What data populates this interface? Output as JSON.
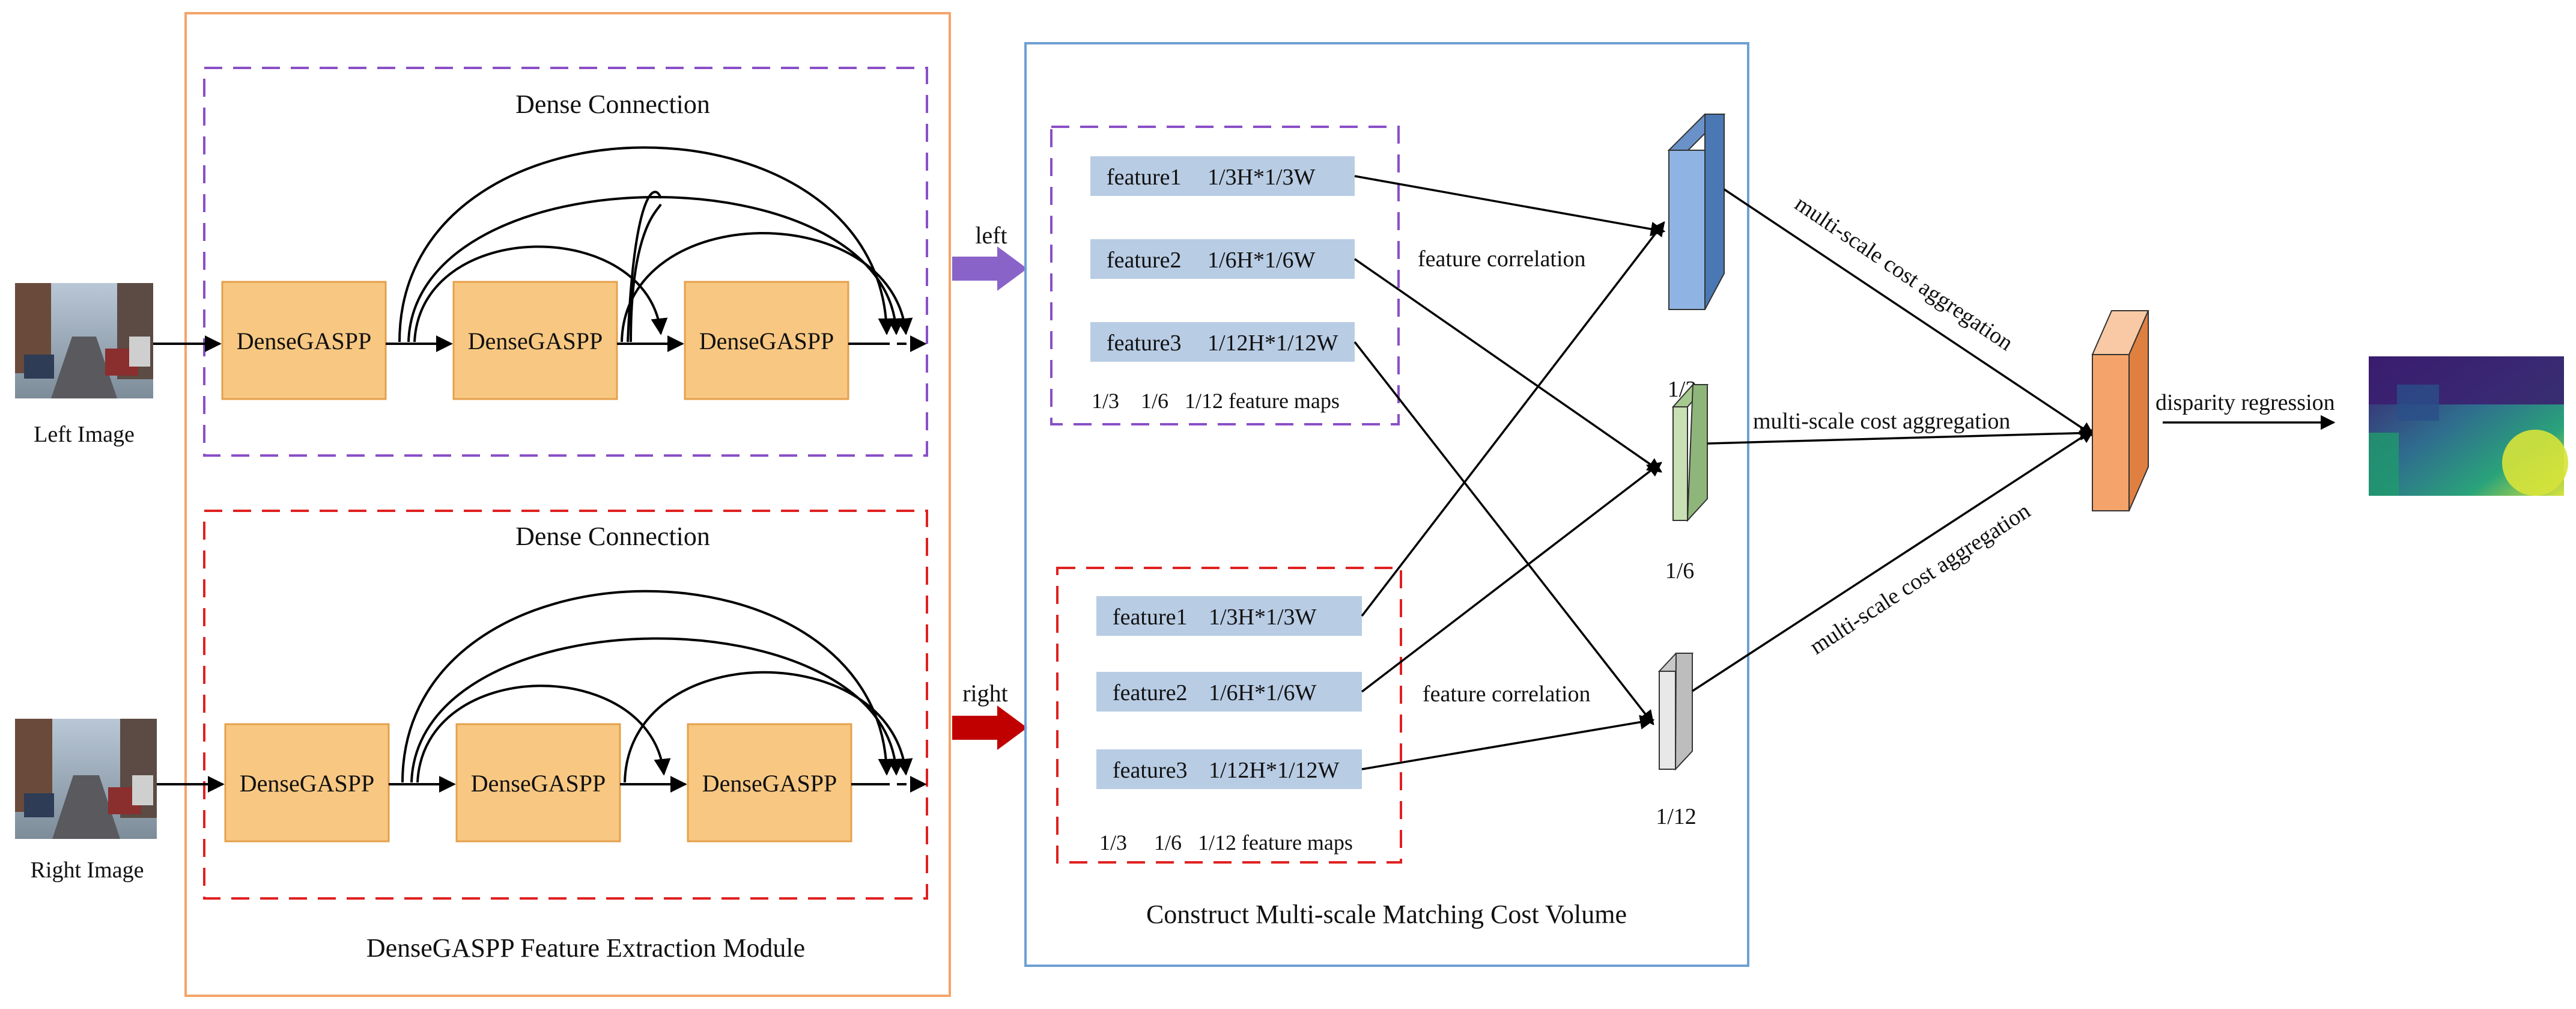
{
  "inputs": {
    "left_caption": "Left Image",
    "right_caption": "Right  Image"
  },
  "extraction": {
    "module_title": "DenseGASPP Feature Extraction Module",
    "top": {
      "title": "Dense Connection",
      "blocks": [
        "DenseGASPP",
        "DenseGASPP",
        "DenseGASPP"
      ]
    },
    "bottom": {
      "title": "Dense Connection",
      "blocks": [
        "DenseGASPP",
        "DenseGASPP",
        "DenseGASPP"
      ]
    }
  },
  "arrows": {
    "left_label": "left",
    "right_label": "right"
  },
  "cost_volume": {
    "title": "Construct Multi-scale Matching Cost Volume",
    "left_features": [
      {
        "name": "feature1",
        "size": "1/3H*1/3W"
      },
      {
        "name": "feature2",
        "size": "1/6H*1/6W"
      },
      {
        "name": "feature3",
        "size": "1/12H*1/12W"
      }
    ],
    "right_features": [
      {
        "name": "feature1",
        "size": "1/3H*1/3W"
      },
      {
        "name": "feature2",
        "size": "1/6H*1/6W"
      },
      {
        "name": "feature3",
        "size": "1/12H*1/12W"
      }
    ],
    "left_maps_caption": "1/3    1/6   1/12 feature maps",
    "right_maps_caption": "1/3     1/6   1/12 feature maps",
    "correlation_label_top": "feature correlation",
    "correlation_label_bottom": "feature correlation",
    "volume_labels": [
      "1/3",
      "1/6",
      "1/12"
    ]
  },
  "aggregation": {
    "label_top": "multi-scale cost aggregation",
    "label_mid": "multi-scale cost aggregation",
    "label_bottom": "multi-scale cost aggregation",
    "regression_label": "disparity regression"
  },
  "colors": {
    "module_border": "#f5a46a",
    "cost_border": "#6e9fd3",
    "left_dash": "#8a4fc7",
    "right_dash": "#e02020",
    "block_fill": "#f8c882",
    "block_stroke": "#e5a04c",
    "feature_fill": "#b8cce4",
    "left_arrow": "#8a63c9",
    "right_arrow": "#c00000",
    "volume_1_3": "#8fb4e3",
    "volume_1_6": "#c8e0b4",
    "volume_1_12": "#e8e8e8",
    "output_volume": "#f4a46a"
  }
}
